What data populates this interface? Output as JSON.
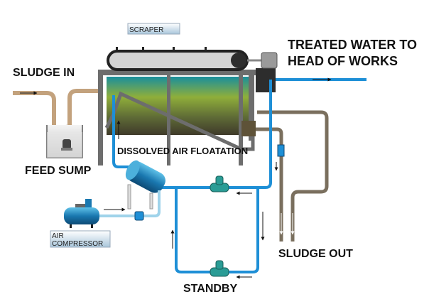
{
  "labels": {
    "scraper": "SCRAPER",
    "treated_water_line1": "TREATED WATER TO",
    "treated_water_line2": "HEAD OF WORKS",
    "sludge_in": "SLUDGE IN",
    "feed_sump": "FEED SUMP",
    "dissolved_air_floatation": "DISSOLVED AIR FLOATATION",
    "air_compressor_line1": "AIR",
    "air_compressor_line2": "COMPRESSOR",
    "sludge_out": "SLUDGE OUT",
    "standby": "STANDBY"
  },
  "colors": {
    "water_pipe": "#1e8fd6",
    "air_pipe": "#9fd3ea",
    "sludge_pipe": "#c3a27d",
    "sludge_out_pipe": "#7a6f5e",
    "tank_frame": "#6d6d6d",
    "pump": "#2a9c95"
  }
}
